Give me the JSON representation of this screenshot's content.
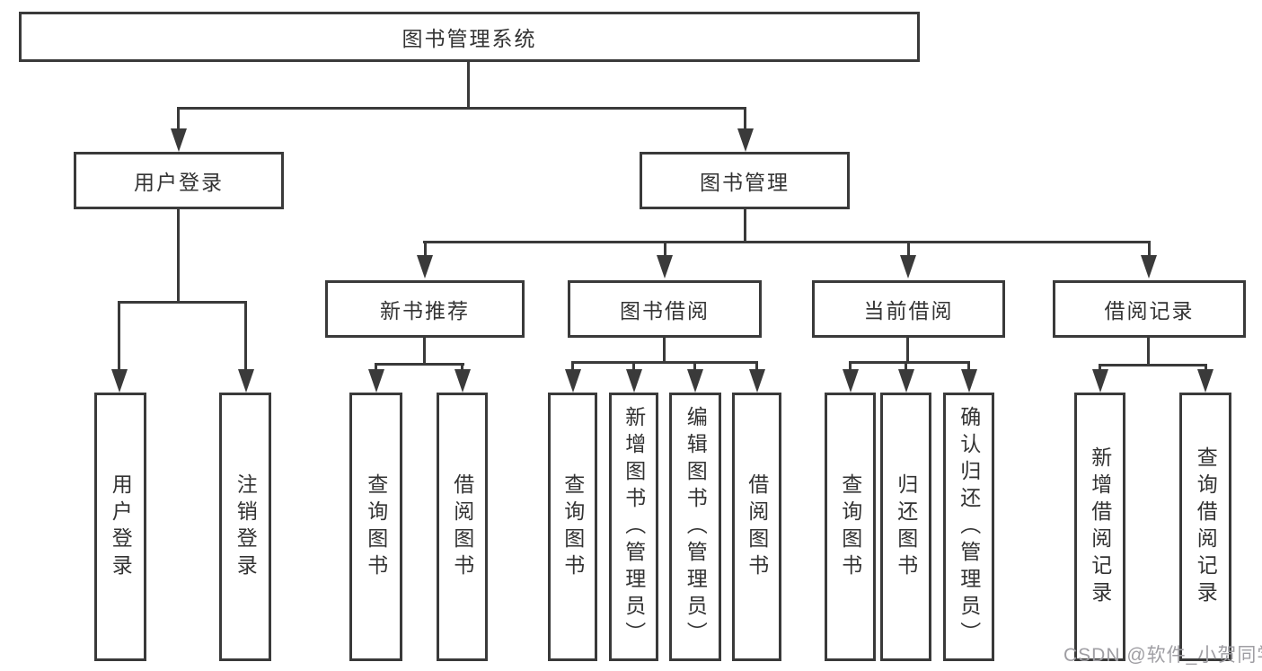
{
  "diagram": {
    "root": {
      "label": "图书管理系统"
    },
    "branches": [
      {
        "label": "用户登录",
        "children": [
          {
            "label": "用户登录"
          },
          {
            "label": "注销登录"
          }
        ]
      },
      {
        "label": "图书管理",
        "children": [
          {
            "label": "新书推荐",
            "children": [
              {
                "label": "查询图书"
              },
              {
                "label": "借阅图书"
              }
            ]
          },
          {
            "label": "图书借阅",
            "children": [
              {
                "label": "查询图书"
              },
              {
                "label": "新增图书（管理员）"
              },
              {
                "label": "编辑图书（管理员）"
              },
              {
                "label": "借阅图书"
              }
            ]
          },
          {
            "label": "当前借阅",
            "children": [
              {
                "label": "查询图书"
              },
              {
                "label": "归还图书"
              },
              {
                "label": "确认归还（管理员）"
              }
            ]
          },
          {
            "label": "借阅记录",
            "children": [
              {
                "label": "新增借阅记录"
              },
              {
                "label": "查询借阅记录"
              }
            ]
          }
        ]
      }
    ]
  },
  "watermark": {
    "text": "CSDN @软件_小贺同学"
  },
  "colors": {
    "line": "#3a3a3a",
    "box_border": "#3a3a3a",
    "text": "#333333",
    "background": "#ffffff",
    "watermark": "#9f9ea3"
  }
}
